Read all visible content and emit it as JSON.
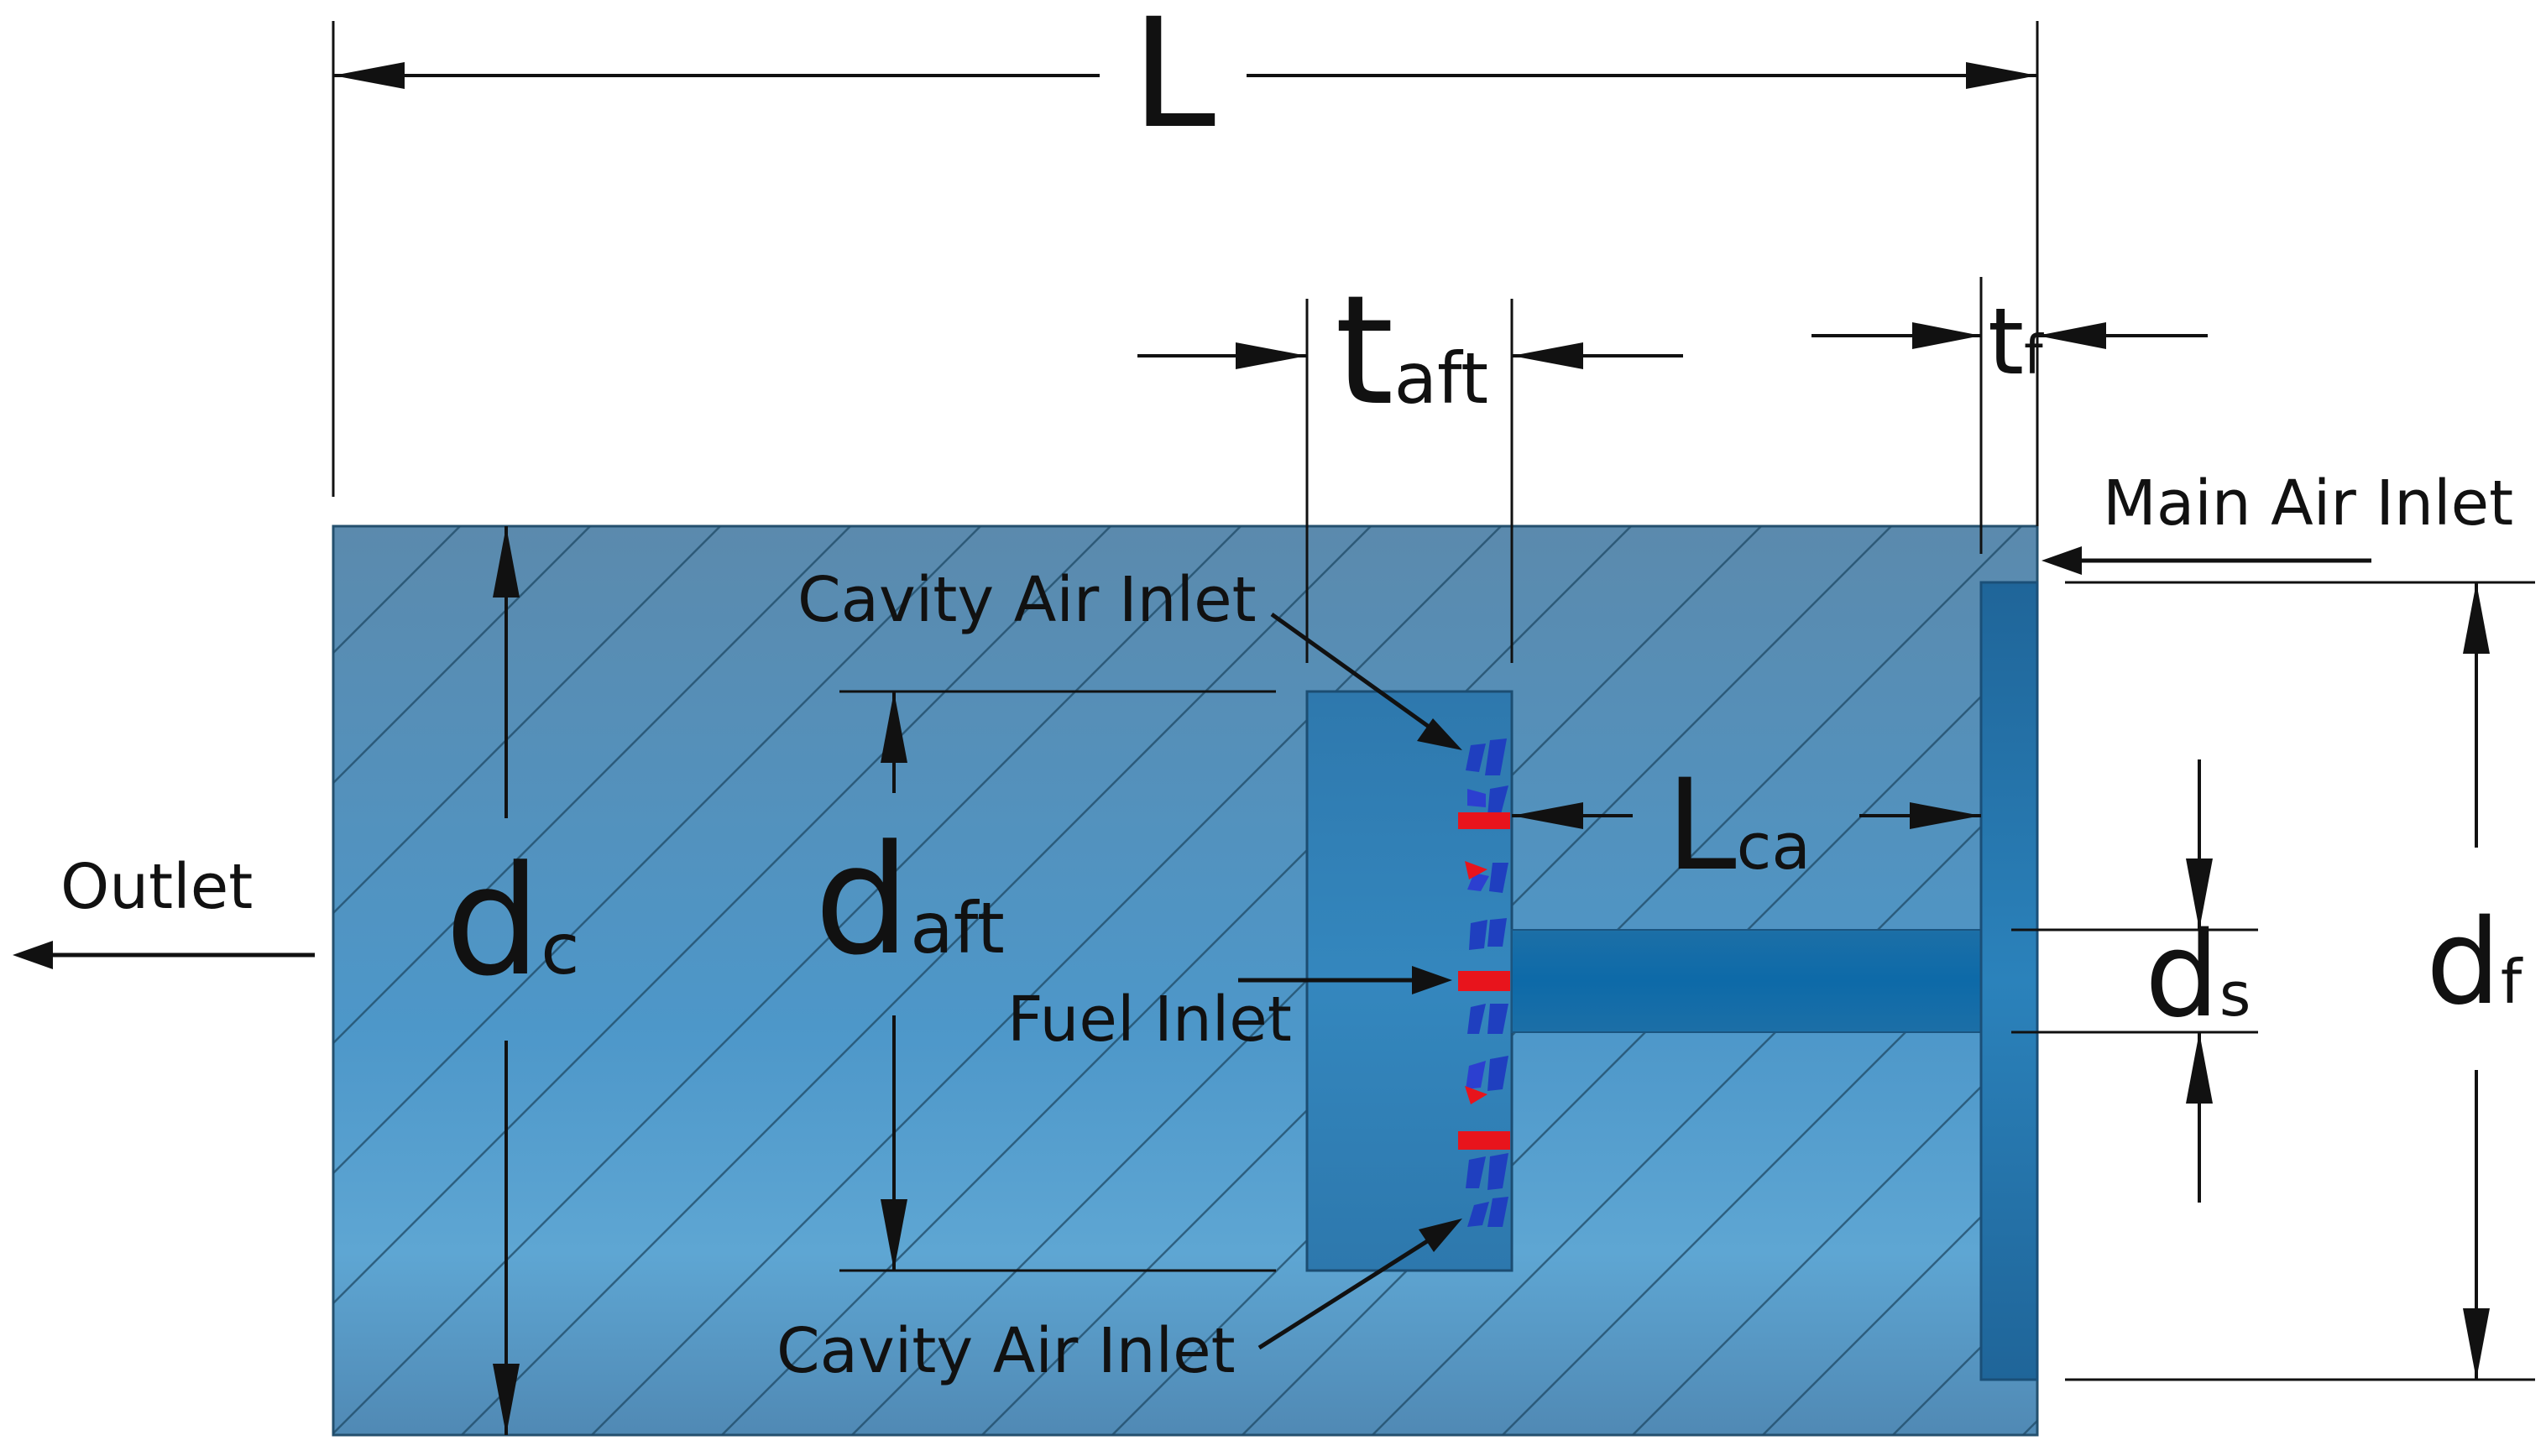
{
  "dimensions": {
    "L": "L",
    "t_aft": {
      "main": "t",
      "sub": "aft"
    },
    "t_f": {
      "main": "t",
      "sub": "f"
    },
    "L_ca": {
      "main": "L",
      "sub": "ca"
    },
    "d_c": {
      "main": "d",
      "sub": "c"
    },
    "d_aft": {
      "main": "d",
      "sub": "aft"
    },
    "d_s": {
      "main": "d",
      "sub": "s"
    },
    "d_f": {
      "main": "d",
      "sub": "f"
    }
  },
  "labels": {
    "main_air_inlet": "Main Air Inlet",
    "cavity_air_inlet_top": "Cavity Air Inlet",
    "cavity_air_inlet_bottom": "Cavity Air Inlet",
    "fuel_inlet": "Fuel Inlet",
    "outlet": "Outlet"
  },
  "colors": {
    "chamber_top": "#5b8bad",
    "chamber_mid": "#5ea6d3",
    "cavity": "#2f7fb4",
    "swirler": "#1f3fbf",
    "fuel": "#e8141c",
    "annotation": "#111111"
  }
}
